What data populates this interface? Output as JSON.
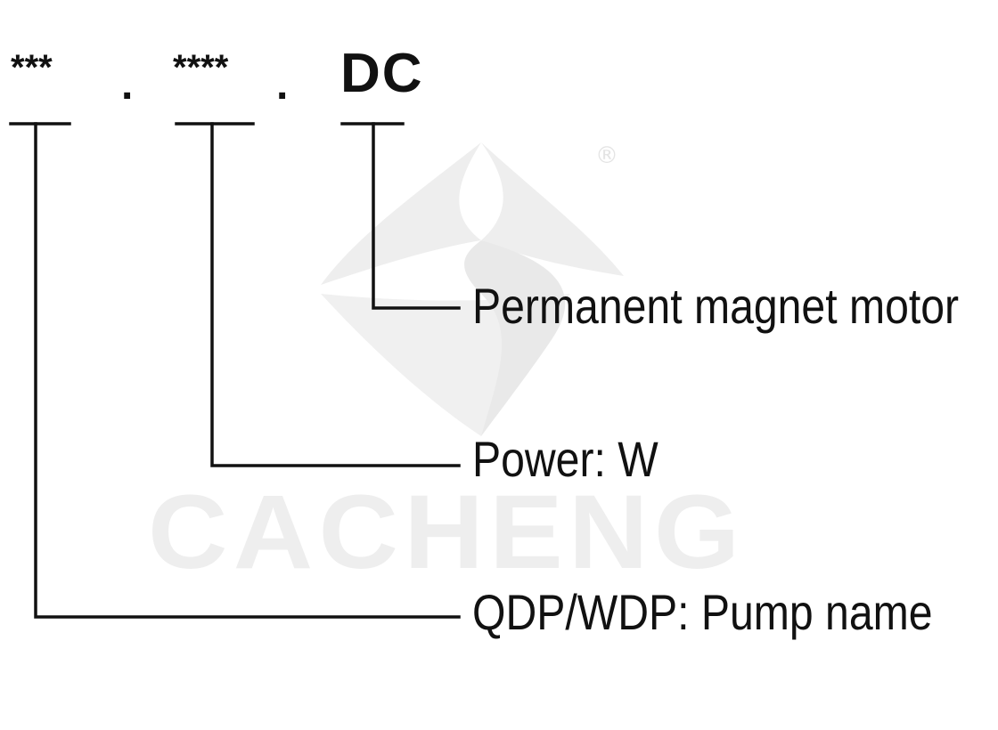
{
  "code": {
    "segment1": "***",
    "separator1": ".",
    "segment2": "****",
    "separator2": ".",
    "segment3": "DC"
  },
  "labels": {
    "dc": "Permanent magnet motor",
    "power": "Power: W",
    "pump": "QDP/WDP: Pump name"
  },
  "watermark": {
    "text": "CACHENG",
    "registered": "®"
  },
  "colors": {
    "ink": "#111111",
    "watermark": "#eeeeee"
  }
}
